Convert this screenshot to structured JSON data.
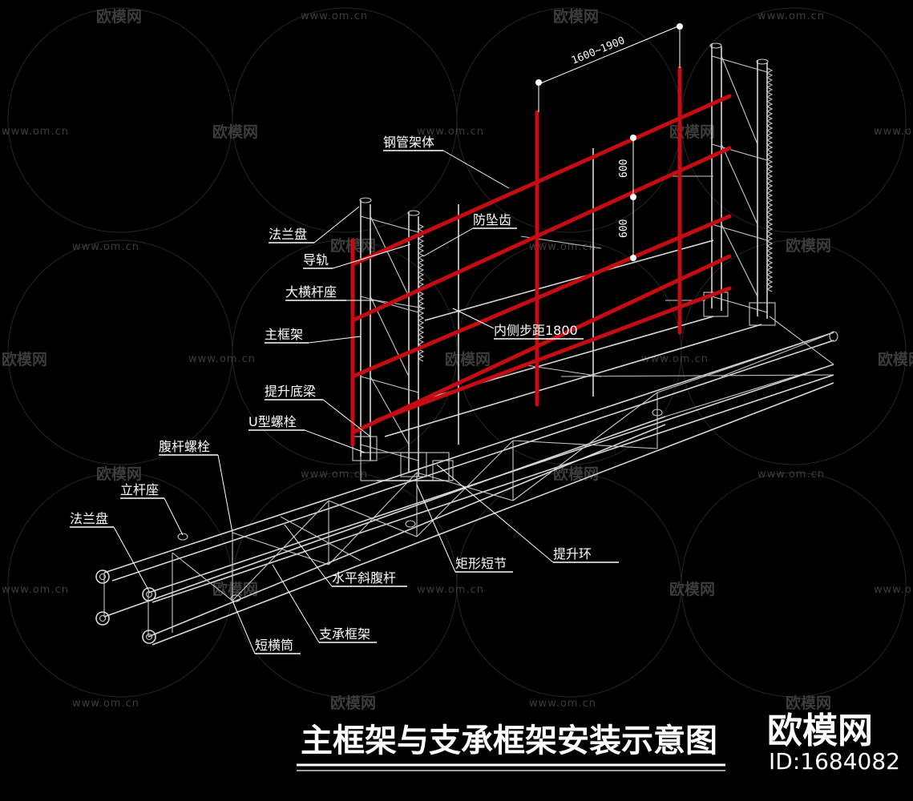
{
  "watermark": {
    "site": "www.om.cn",
    "name": "欧模网"
  },
  "dimensions": {
    "span": "1600~1900",
    "spacing_upper": "600",
    "spacing_lower": "600"
  },
  "labels": {
    "steel_pipe": "钢管架体",
    "anti_fall": "防坠齿",
    "flange_top": "法兰盘",
    "guide_rail": "导轨",
    "ledger_seat": "大横杆座",
    "main_frame": "主框架",
    "inner_step": "内侧步距1800",
    "lift_beam": "提升底梁",
    "u_bolt": "U型螺栓",
    "web_bolt": "腹杆螺栓",
    "post_seat": "立杆座",
    "flange_bottom": "法兰盘",
    "horiz_diag": "水平斜腹杆",
    "rect_section": "矩形短节",
    "lift_ring": "提升环",
    "support_frame": "支承框架",
    "short_tube": "短横筒"
  },
  "title": "主框架与支承框架安装示意图",
  "brand": {
    "name": "欧模网",
    "id": "ID:1684082"
  },
  "colors": {
    "background": "#000000",
    "structure": "#d8d8d8",
    "steel_pipe": "#c40d12",
    "text": "#ffffff"
  }
}
